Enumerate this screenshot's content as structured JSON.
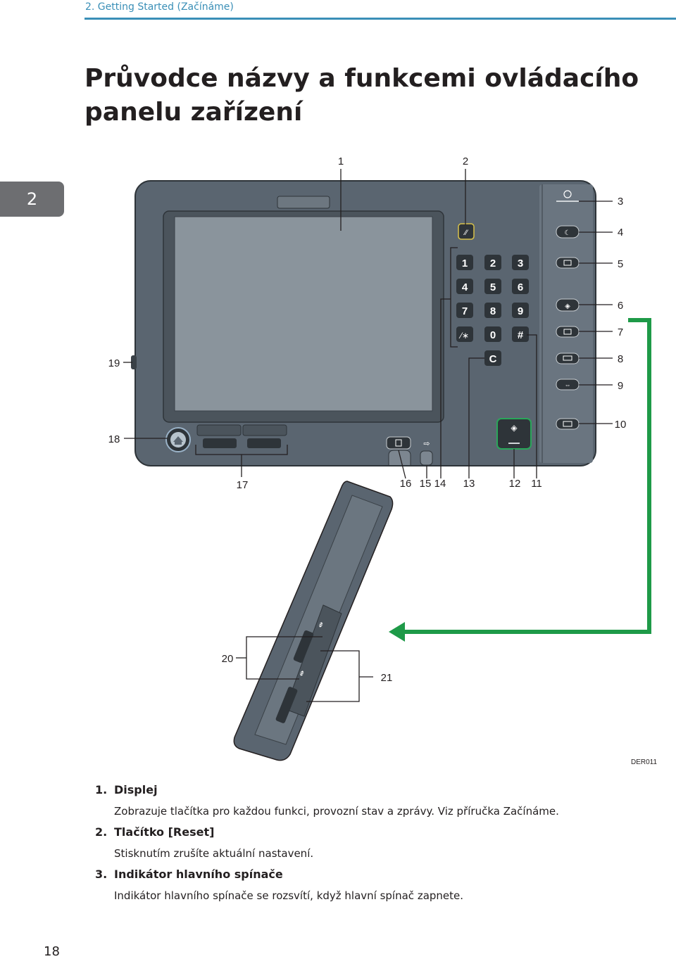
{
  "header": {
    "text": "2. Getting Started (Začínáme)"
  },
  "title": "Průvodce názvy a funkcemi ovládacího panelu zařízení",
  "chapter_tab": "2",
  "figure": {
    "callouts": [
      "1",
      "2",
      "3",
      "4",
      "5",
      "6",
      "7",
      "8",
      "9",
      "10",
      "11",
      "12",
      "13",
      "14",
      "15",
      "16",
      "17",
      "18",
      "19",
      "20",
      "21"
    ],
    "keypad": [
      "1",
      "2",
      "3",
      "4",
      "5",
      "6",
      "7",
      "8",
      "9",
      "⁄∗",
      "0",
      "#",
      "C"
    ],
    "code": "DER011"
  },
  "items": [
    {
      "num": "1.",
      "title": "Displej",
      "desc": "Zobrazuje tlačítka pro každou funkci, provozní stav a zprávy. Viz příručka Začínáme."
    },
    {
      "num": "2.",
      "title": "Tlačítko [Reset]",
      "desc": "Stisknutím zrušíte aktuální nastavení."
    },
    {
      "num": "3.",
      "title": "Indikátor hlavního spínače",
      "desc": "Indikátor hlavního spínače se rozsvítí, když hlavní spínač zapnete."
    }
  ],
  "page_number": "18",
  "colors": {
    "accent": "#3a8fb7",
    "panel": "#5c6770",
    "arrow": "#1e9a48",
    "tab": "#6d6e71"
  }
}
